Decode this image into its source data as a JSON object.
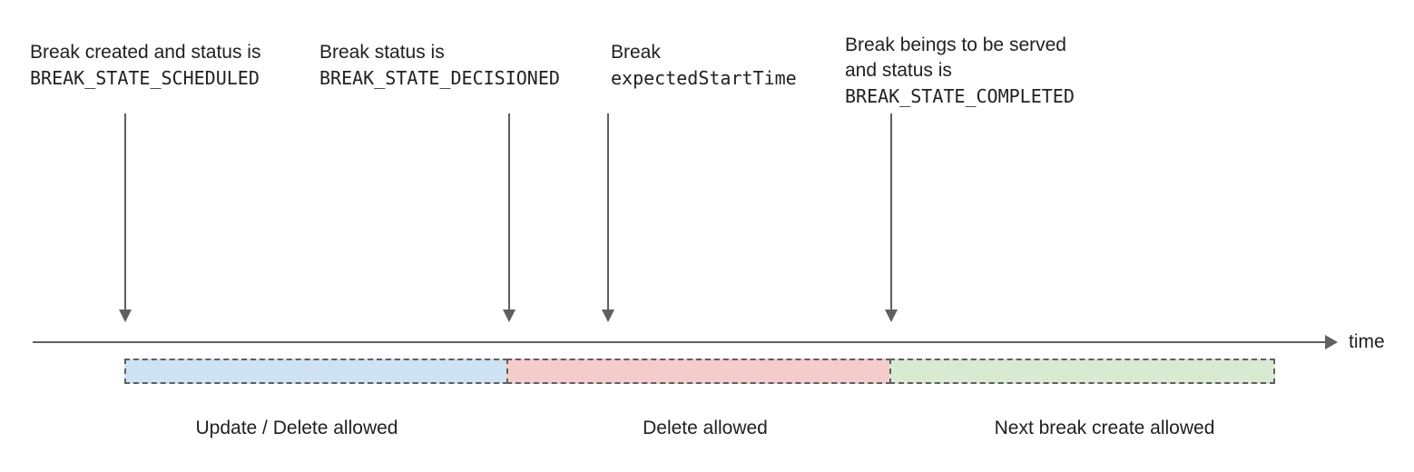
{
  "annotations": [
    {
      "lines": [
        "Break created and status is",
        "BREAK_STATE_SCHEDULED"
      ]
    },
    {
      "lines": [
        "Break status is",
        "BREAK_STATE_DECISIONED"
      ]
    },
    {
      "lines": [
        "Break",
        "expectedStartTime"
      ]
    },
    {
      "lines": [
        "Break beings to be served",
        "and status is",
        "BREAK_STATE_COMPLETED"
      ]
    }
  ],
  "timeline": {
    "axis_label": "time"
  },
  "segments": [
    {
      "label": "Update / Delete allowed",
      "color": "#cfe2f3"
    },
    {
      "label": "Delete allowed",
      "color": "#f4cccc"
    },
    {
      "label": "Next break create allowed",
      "color": "#d9ead3"
    }
  ],
  "colors": {
    "line": "#5f5f5f",
    "segment_border": "#5f5f5f",
    "text": "#212121"
  }
}
